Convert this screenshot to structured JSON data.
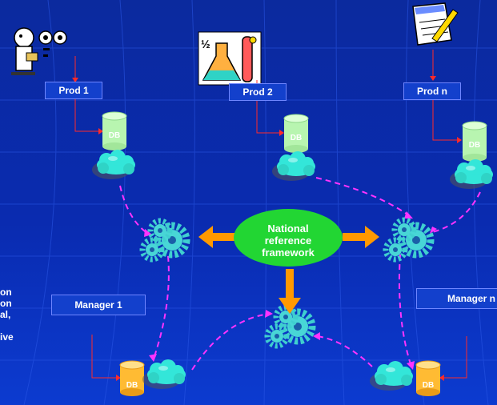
{
  "producers": [
    {
      "id": "prod1",
      "label": "Prod 1",
      "icon": "researcher-icon"
    },
    {
      "id": "prod2",
      "label": "Prod 2",
      "icon": "laboratory-icon"
    },
    {
      "id": "prodn",
      "label": "Prod n",
      "icon": "notepad-icon"
    }
  ],
  "db_label": "DB",
  "central": {
    "label": "National\nreference\nframework",
    "color": "#22d633"
  },
  "managers": [
    {
      "id": "manager1",
      "label": "Manager 1"
    },
    {
      "id": "managern",
      "label": "Manager n"
    }
  ],
  "side_text": "on\non\nal,\n\nive",
  "colors": {
    "background": "#0b2a9e",
    "box": "#1340cc",
    "arrow_orange": "#ff9900",
    "dashed_link": "#ff33ff",
    "solid_link": "#ff2a2a",
    "db_green": "#b8f5b0",
    "db_orange": "#ffbb33",
    "cloud": "#33e6d9",
    "gear": "#3fcfcf"
  }
}
